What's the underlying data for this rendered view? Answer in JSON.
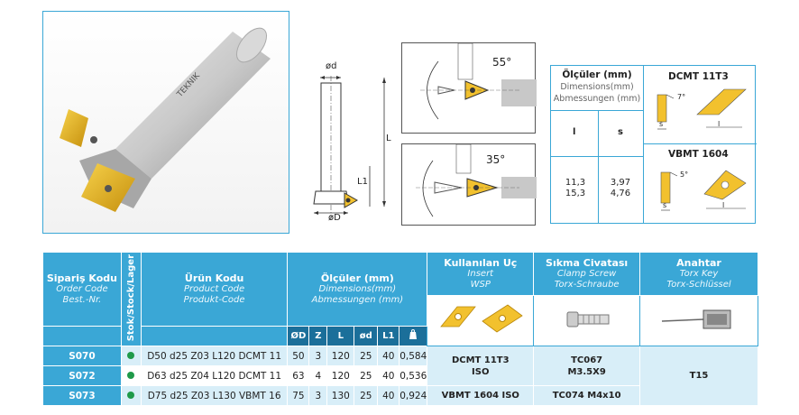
{
  "drawing": {
    "label_od": "ød",
    "label_oD": "øD",
    "label_L": "L",
    "label_L1": "L1",
    "angle_top": "55°",
    "angle_bottom": "35°"
  },
  "dims_box": {
    "title": "Ölçüler (mm)",
    "subtitle_en": "Dimensions(mm)",
    "subtitle_de": "Abmessungen (mm)",
    "col_l": "l",
    "col_s": "s",
    "values_l": [
      "11,3",
      "15,3"
    ],
    "values_s": [
      "3,97",
      "4,76"
    ],
    "insert_top": "DCMT 11T3",
    "insert_bottom": "VBMT 1604",
    "insert_top_angle": "7°",
    "insert_bottom_angle": "5°",
    "label_s": "s",
    "label_l": "l"
  },
  "table": {
    "headers": {
      "order_code": {
        "t": "Sipariş Kodu",
        "s1": "Order Code",
        "s2": "Best.-Nr."
      },
      "stock": "Stok/Stock/Lager",
      "product_code": {
        "t": "Ürün Kodu",
        "s1": "Product Code",
        "s2": "Produkt-Code"
      },
      "dimensions": {
        "t": "Ölçüler (mm)",
        "s1": "Dimensions(mm)",
        "s2": "Abmessungen (mm)"
      },
      "insert": {
        "t": "Kullanılan Uç",
        "s1": "Insert",
        "s2": "WSP"
      },
      "screw": {
        "t": "Sıkma Civatası",
        "s1": "Clamp Screw",
        "s2": "Torx-Schraube"
      },
      "key": {
        "t": "Anahtar",
        "s1": "Torx Key",
        "s2": "Torx-Schlüssel"
      }
    },
    "dim_cols": [
      "ØD",
      "Z",
      "L",
      "ød",
      "L1"
    ],
    "rows": [
      {
        "code": "S070",
        "product": "D50 d25 Z03 L120 DCMT 11",
        "D": "50",
        "Z": "3",
        "L": "120",
        "d": "25",
        "L1": "40",
        "w": "0,584"
      },
      {
        "code": "S072",
        "product": "D63 d25 Z04 L120 DCMT 11",
        "D": "63",
        "Z": "4",
        "L": "120",
        "d": "25",
        "L1": "40",
        "w": "0,536"
      },
      {
        "code": "S073",
        "product": "D75 d25 Z03 L130 VBMT 16",
        "D": "75",
        "Z": "3",
        "L": "130",
        "d": "25",
        "L1": "40",
        "w": "0,924"
      }
    ],
    "insert_1": "DCMT 11T3\nISO",
    "insert_1a": "DCMT 11T3",
    "insert_1b": "ISO",
    "insert_2": "VBMT 1604 ISO",
    "screw_1a": "TC067",
    "screw_1b": "M3.5X9",
    "screw_2": "TC074 M4x10",
    "key_1": "T15"
  }
}
